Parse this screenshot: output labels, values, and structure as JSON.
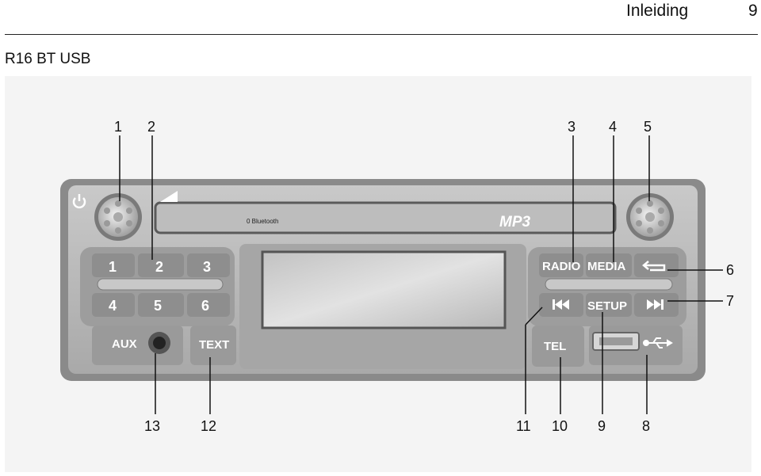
{
  "header": {
    "title": "Inleiding",
    "page_number": "9"
  },
  "section_title": "R16 BT USB",
  "radio": {
    "slot_text": "0 Bluetooth",
    "mp3_logo": "MP3",
    "preset_buttons": [
      "1",
      "2",
      "3",
      "4",
      "5",
      "6"
    ],
    "aux_label": "AUX",
    "text_label": "TEXT",
    "radio_label": "RADIO",
    "media_label": "MEDIA",
    "setup_label": "SETUP",
    "tel_label": "TEL",
    "icons": {
      "power": "power-icon",
      "back": "back-arrow-icon",
      "prev": "skip-back-icon",
      "next": "skip-forward-icon",
      "usb": "usb-icon",
      "volume": "volume-wedge-icon"
    }
  },
  "callouts": [
    "1",
    "2",
    "3",
    "4",
    "5",
    "6",
    "7",
    "8",
    "9",
    "10",
    "11",
    "12",
    "13"
  ]
}
